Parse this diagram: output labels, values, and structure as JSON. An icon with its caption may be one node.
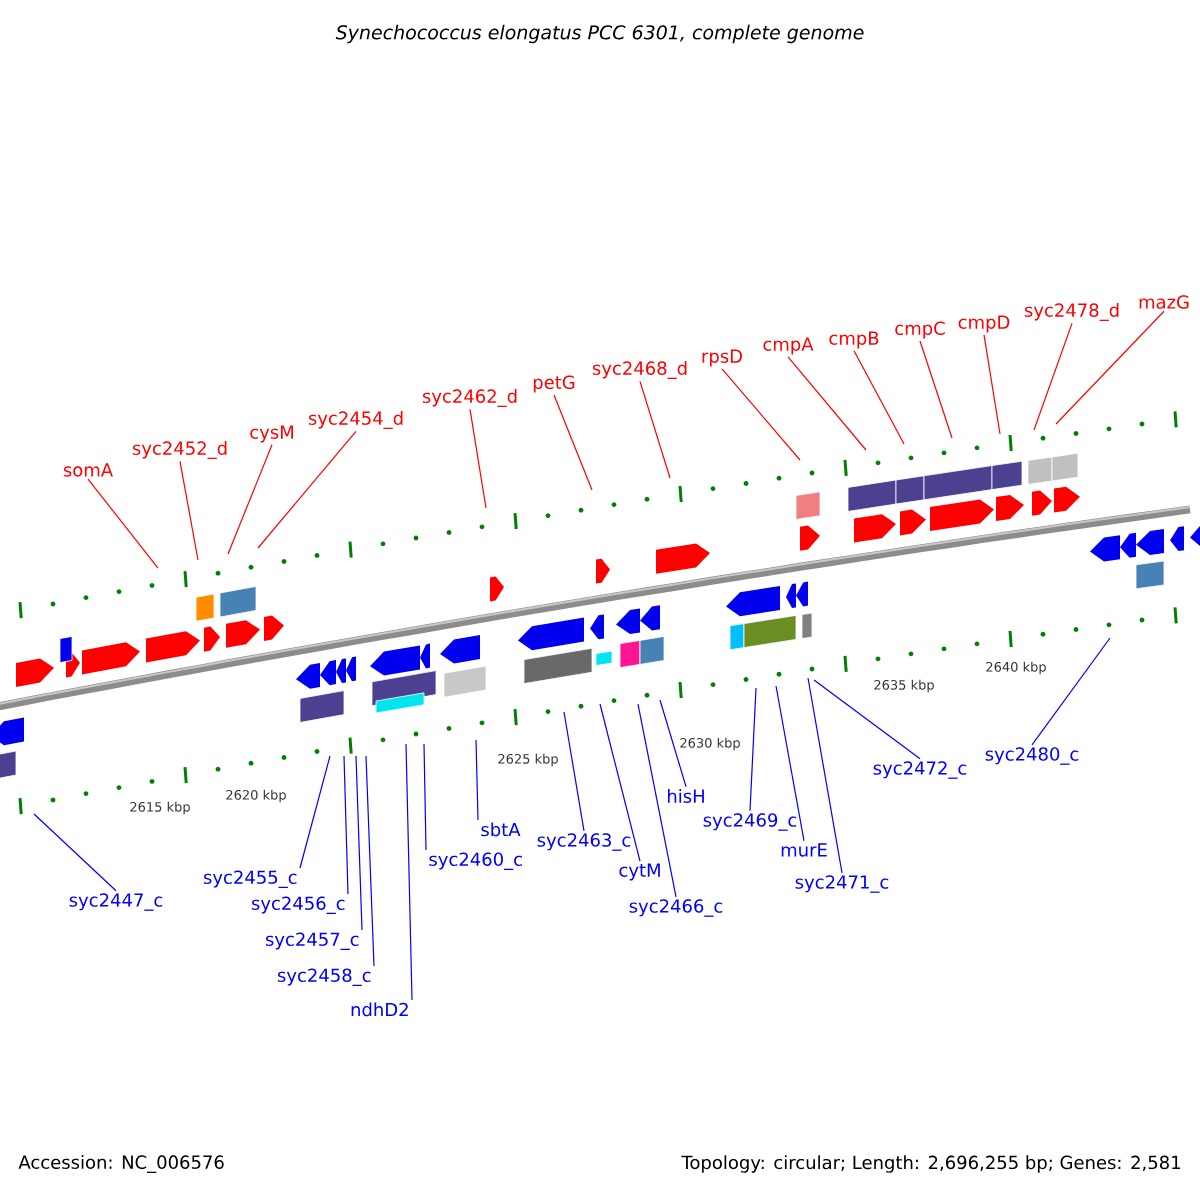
{
  "diagram": {
    "title": "Synechococcus elongatus PCC 6301, complete genome",
    "nodes": [
      {
        "text": [
          "somA"
        ]
      },
      {
        "text": [
          "syc2452_d"
        ]
      },
      {
        "text": [
          "cysM"
        ]
      },
      {
        "text": [
          "syc2454_d"
        ]
      },
      {
        "text": [
          "syc2462_d"
        ]
      },
      {
        "text": [
          "petG"
        ]
      },
      {
        "text": [
          "syc2468_d"
        ]
      },
      {
        "text": [
          "rpsD"
        ]
      },
      {
        "text": [
          "cmpA"
        ]
      },
      {
        "text": [
          "cmpB"
        ]
      },
      {
        "text": [
          "cmpC"
        ]
      },
      {
        "text": [
          "cmpD"
        ]
      },
      {
        "text": [
          "syc2478_d"
        ]
      },
      {
        "text": [
          "mazG"
        ]
      },
      {
        "text": [
          "syc2447_c"
        ]
      },
      {
        "text": [
          "syc2455_c"
        ]
      },
      {
        "text": [
          "syc2456_c"
        ]
      },
      {
        "text": [
          "syc2457_c"
        ]
      },
      {
        "text": [
          "syc2458_c"
        ]
      },
      {
        "text": [
          "ndhD2"
        ]
      },
      {
        "text": [
          "syc2460_c"
        ]
      },
      {
        "text": [
          "sbtA"
        ]
      },
      {
        "text": [
          "syc2463_c"
        ]
      },
      {
        "text": [
          "cytM"
        ]
      },
      {
        "text": [
          "syc2466_c"
        ]
      },
      {
        "text": [
          "hisH"
        ]
      },
      {
        "text": [
          "syc2469_c"
        ]
      },
      {
        "text": [
          "murE"
        ]
      },
      {
        "text": [
          "syc2471_c"
        ]
      },
      {
        "text": [
          "syc2472_c"
        ]
      },
      {
        "text": [
          "syc2480_c"
        ]
      }
    ],
    "edges": [
      {
        "from": 0,
        "to": null,
        "arrow": "none",
        "color": "#ff0000"
      },
      {
        "from": 1,
        "to": null,
        "arrow": "none",
        "color": "#ff0000"
      },
      {
        "from": 2,
        "to": null,
        "arrow": "none",
        "color": "#ff0000"
      },
      {
        "from": 3,
        "to": null,
        "arrow": "none",
        "color": "#ff0000"
      },
      {
        "from": 4,
        "to": null,
        "arrow": "none",
        "color": "#ff0000"
      },
      {
        "from": 5,
        "to": null,
        "arrow": "none",
        "color": "#ff0000"
      },
      {
        "from": 6,
        "to": null,
        "arrow": "none",
        "color": "#ff0000"
      },
      {
        "from": 7,
        "to": null,
        "arrow": "none",
        "color": "#ff0000"
      },
      {
        "from": 8,
        "to": null,
        "arrow": "none",
        "color": "#ff0000"
      },
      {
        "from": 9,
        "to": null,
        "arrow": "none",
        "color": "#ff0000"
      },
      {
        "from": 10,
        "to": null,
        "arrow": "none",
        "color": "#ff0000"
      },
      {
        "from": 11,
        "to": null,
        "arrow": "none",
        "color": "#ff0000"
      },
      {
        "from": 12,
        "to": null,
        "arrow": "none",
        "color": "#ff0000"
      },
      {
        "from": 13,
        "to": null,
        "arrow": "none",
        "color": "#ff0000"
      },
      {
        "from": 14,
        "to": null,
        "arrow": "none"
      },
      {
        "from": 15,
        "to": null,
        "arrow": "none"
      },
      {
        "from": 16,
        "to": null,
        "arrow": "none"
      },
      {
        "from": 17,
        "to": null,
        "arrow": "none"
      },
      {
        "from": 18,
        "to": null,
        "arrow": "none"
      },
      {
        "from": 19,
        "to": null,
        "arrow": "none"
      },
      {
        "from": 20,
        "to": null,
        "arrow": "none"
      },
      {
        "from": 21,
        "to": null,
        "arrow": "none"
      },
      {
        "from": 22,
        "to": null,
        "arrow": "none"
      },
      {
        "from": 23,
        "to": null,
        "arrow": "none"
      },
      {
        "from": 24,
        "to": null,
        "arrow": "none"
      },
      {
        "from": 25,
        "to": null,
        "arrow": "none"
      },
      {
        "from": 26,
        "to": null,
        "arrow": "none"
      },
      {
        "from": 27,
        "to": null,
        "arrow": "none"
      },
      {
        "from": 28,
        "to": null,
        "arrow": "none"
      },
      {
        "from": 29,
        "to": null,
        "arrow": "none"
      },
      {
        "from": 30,
        "to": null,
        "arrow": "none"
      }
    ],
    "labels": [
      "2615 kbp",
      "2620 kbp",
      "2625 kbp",
      "2630 kbp",
      "2635 kbp",
      "2640 kbp",
      "Accession: NC_006576",
      "Topology: circular; Length: 2,696,255 bp; Genes: 2,581"
    ]
  }
}
